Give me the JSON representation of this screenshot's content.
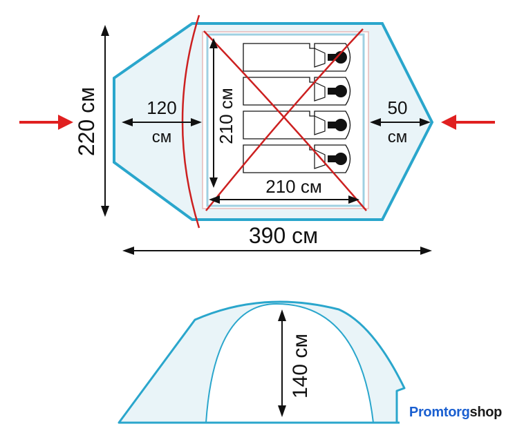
{
  "labels": {
    "width_total": "220 см",
    "vestibule_left_value": "120",
    "vestibule_left_unit": "см",
    "inner_depth": "210 см",
    "vestibule_right_value": "50",
    "vestibule_right_unit": "см",
    "inner_width": "210 см",
    "length_total": "390 см",
    "height": "140 см"
  },
  "logo": {
    "part1": "Promtorg",
    "part2": "shop"
  },
  "colors": {
    "outline": "#2aa6cc",
    "fill": "#e9f4f8",
    "pole": "#cc2020",
    "arrow_red": "#e02020",
    "bag": "#ffffff",
    "head": "#111111"
  },
  "icons": [
    "sleeping-bag-icon",
    "entrance-arrow-icon"
  ]
}
